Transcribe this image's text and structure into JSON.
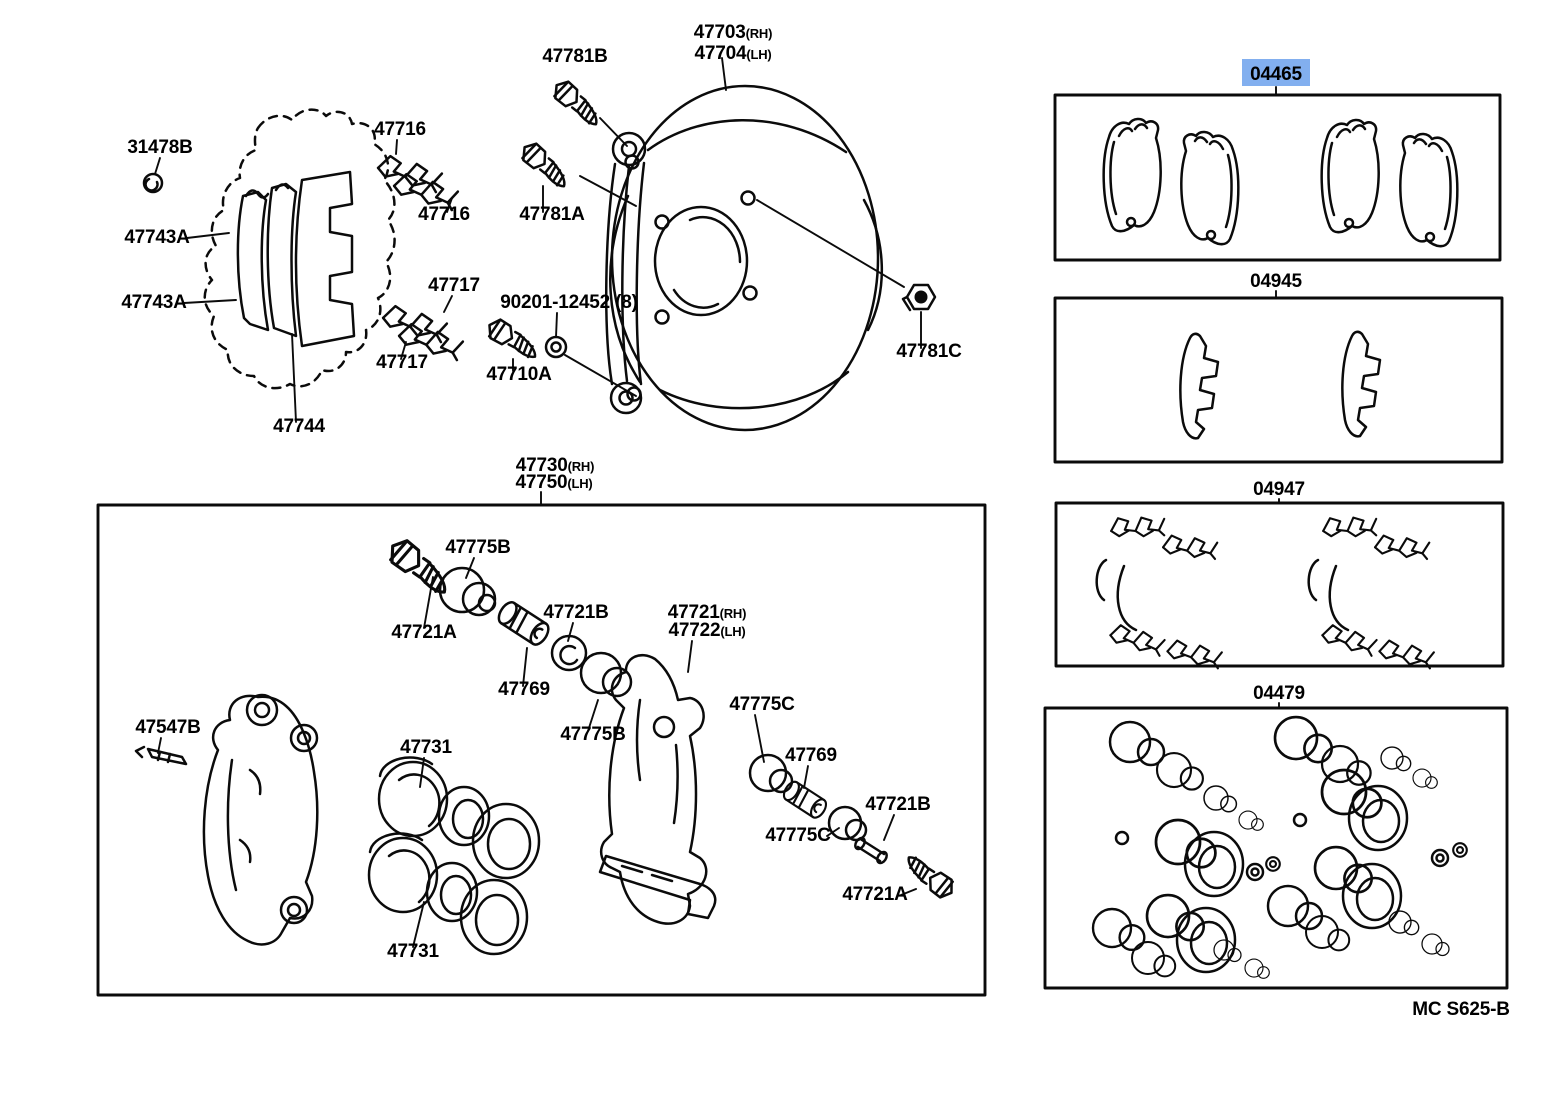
{
  "colors": {
    "highlight_bg": "#82AFEF",
    "highlight_text": "#162C9C",
    "line": "#0b0b0b",
    "background": "#FFFFFF"
  },
  "footer": {
    "code": "MC S625-B"
  },
  "panels": [
    {
      "id": "04465",
      "highlighted": true
    },
    {
      "id": "04945",
      "highlighted": false
    },
    {
      "id": "04947",
      "highlighted": false
    },
    {
      "id": "04479",
      "highlighted": false
    }
  ],
  "labels": {
    "dust_cover_num_rh": "47703",
    "dust_cover_suffix_rh": "(RH)",
    "dust_cover_num_lh": "47704",
    "dust_cover_suffix_lh": "(LH)",
    "bleeder_plug_b": "47781B",
    "retainer_ring": "31478B",
    "support_clip_upper": "47716",
    "support_clip_upper_2": "47716",
    "pad_upper": "47743A",
    "pad_lower": "47743A",
    "pad_support_plate": "47717",
    "pad_support_plate_2": "47717",
    "pad_kit": "47744",
    "bleeder_plug_a": "47781A",
    "hub_bolt": "90201-12452 (8)",
    "fitting_bolt": "47710A",
    "lock_nut": "47781C",
    "cylinder_num_rh": "47730",
    "cylinder_suffix_rh": "(RH)",
    "cylinder_num_lh": "47750",
    "cylinder_suffix_lh": "(LH)",
    "pin_bolt_1": "47721A",
    "boot_b1": "47775B",
    "bushing_1": "47721B",
    "slide_pin_1": "47769",
    "boot_b2": "47775B",
    "piston_1": "47731",
    "piston_2": "47731",
    "bleeder_screw": "47547B",
    "mounting_num_rh": "47721",
    "mounting_suffix_rh": "(RH)",
    "mounting_num_lh": "47722",
    "mounting_suffix_lh": "(LH)",
    "boot_c1": "47775C",
    "slide_pin_2": "47769",
    "boot_c2": "47775C",
    "bushing_2": "47721B",
    "pin_bolt_2": "47721A"
  }
}
